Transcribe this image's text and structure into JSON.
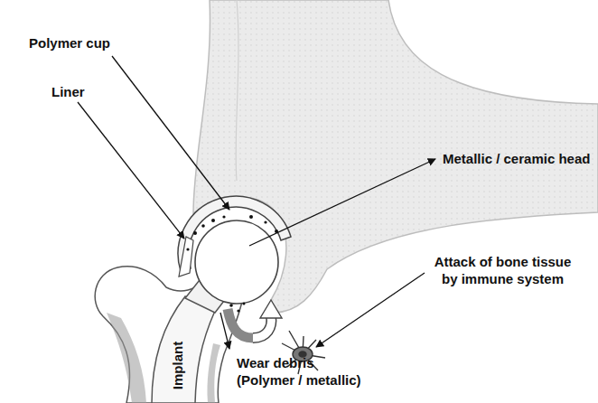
{
  "diagram": {
    "labels": [
      "Polymer cup",
      "Liner",
      "Metallic / ceramic head",
      "Attack of bone tissue by immune system",
      "Wear debris (Polymer / metallic)",
      "Implant"
    ]
  }
}
